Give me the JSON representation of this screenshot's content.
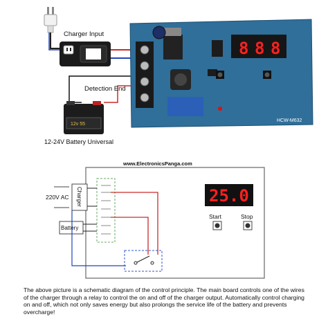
{
  "top": {
    "charger_input_label": "Charger Input",
    "detection_end_label": "Detection End",
    "battery_label": "12-24V Battery Universal",
    "battery_badge": "12v 55",
    "board_model": "HCW-M632",
    "display_digits": [
      "8",
      "8",
      "8"
    ]
  },
  "watermark": "www.ElectronicsPanga.com",
  "schematic": {
    "ac_label": "220V AC",
    "charger_label": "Charger",
    "battery_label": "Battery",
    "display_value": "25.0",
    "start_label": "Start",
    "stop_label": "Stop"
  },
  "caption": "The above picture is a schematic diagram of the control principle. The main board controls one of the wires of the charger through a relay to control the on and off of the charger output. Automatically control charging on and off, which not only saves energy but also prolongs the service life of the battery and prevents overcharge!",
  "colors": {
    "pcb_blue": "#2f6f9a",
    "wire_red": "#cc2a2a",
    "wire_blue": "#2244bb",
    "display_red": "#ff2020",
    "relay_dash": "#3355cc"
  }
}
